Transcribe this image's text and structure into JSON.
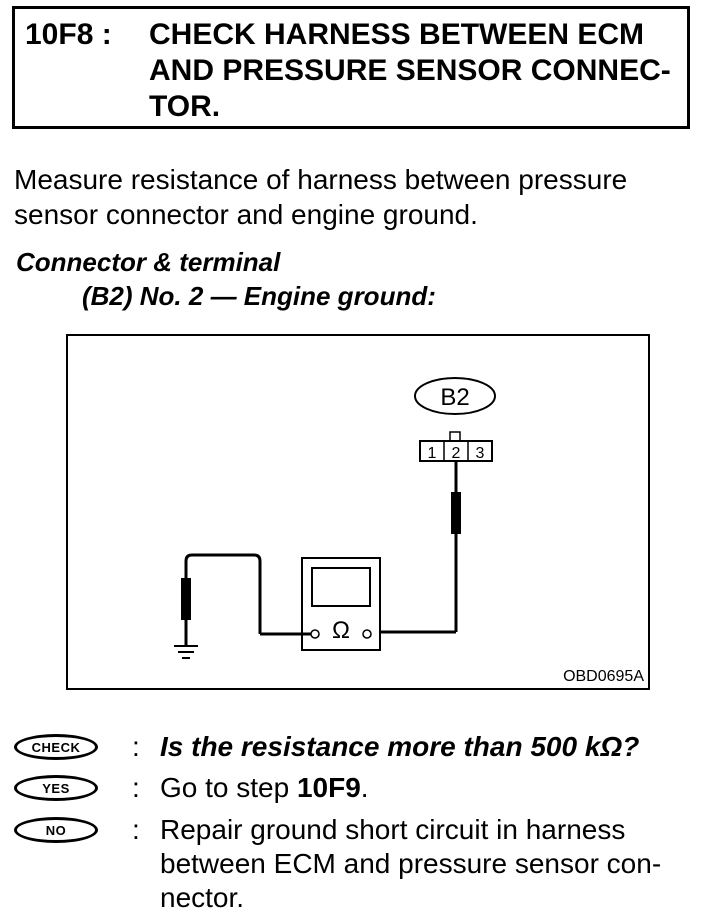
{
  "step": {
    "id": "10F8 :",
    "title": "CHECK HARNESS BETWEEN ECM\nAND PRESSURE SENSOR CONNEC-\nTOR."
  },
  "instruction": "Measure resistance of harness between pressure\nsensor connector and engine ground.",
  "connector": {
    "heading": "Connector & terminal",
    "detail": "(B2) No. 2 — Engine ground:"
  },
  "figure": {
    "connector_label": "B2",
    "terminals": [
      "1",
      "2",
      "3"
    ],
    "meter_symbol": "Ω",
    "code": "OBD0695A"
  },
  "check": {
    "badge": "CHECK",
    "text": "Is the resistance more than 500 kΩ?"
  },
  "yes": {
    "badge": "YES",
    "prefix": "Go to step ",
    "target": "10F9",
    "suffix": "."
  },
  "no": {
    "badge": "NO",
    "text": "Repair ground short circuit in harness\nbetween ECM and pressure sensor con-\nnector."
  },
  "colon": ":"
}
